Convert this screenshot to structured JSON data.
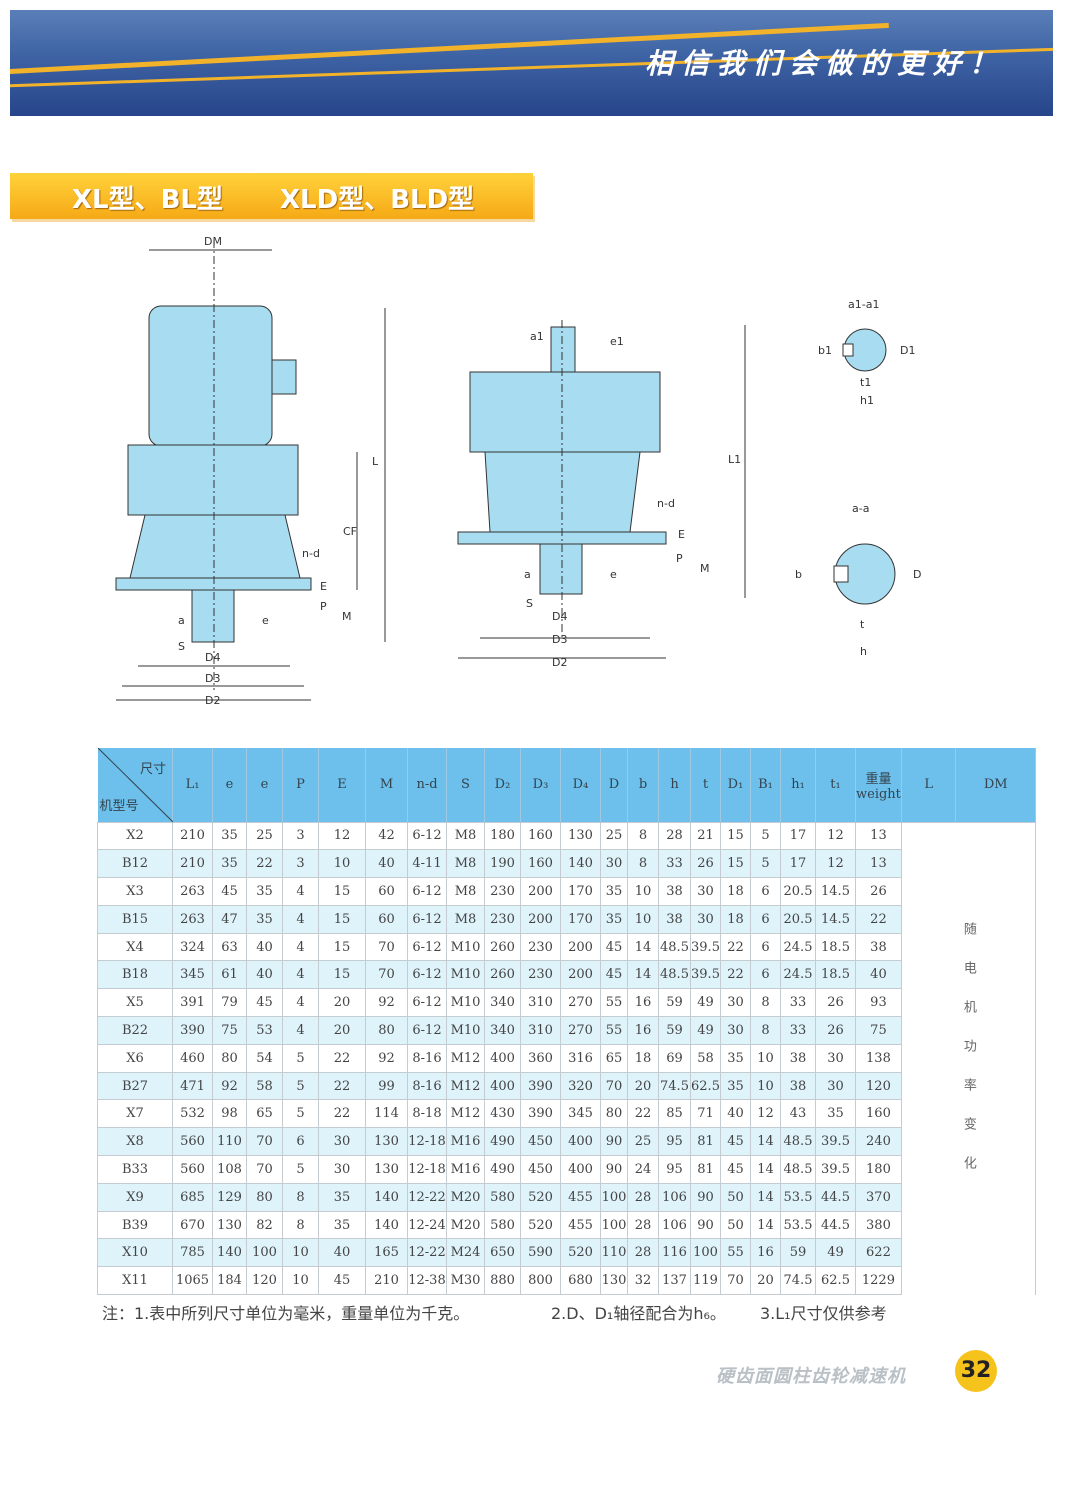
{
  "banner": {
    "slogan": "相信我们会做的更好！"
  },
  "section": {
    "title_left": "XL型、BL型",
    "title_right": "XLD型、BLD型"
  },
  "drawings": {
    "left": {
      "DM": "DM",
      "L": "L",
      "CF": "CF",
      "nd": "n-d",
      "P": "P",
      "E": "E",
      "M": "M",
      "a": "a",
      "e": "e",
      "S": "S",
      "D4": "D4",
      "D3": "D3",
      "D2": "D2"
    },
    "mid": {
      "a1": "a1",
      "e1": "e1",
      "L1": "L1",
      "nd": "n-d",
      "P": "P",
      "E": "E",
      "M": "M",
      "a": "a",
      "e": "e",
      "S": "S",
      "D4": "D4",
      "D3": "D3",
      "D2": "D2"
    },
    "sec1": {
      "title": "a1-a1",
      "b1": "b1",
      "D1": "D1",
      "t1": "t1",
      "h1": "h1"
    },
    "sec2": {
      "title": "a-a",
      "b": "b",
      "D": "D",
      "t": "t",
      "h": "h"
    }
  },
  "table": {
    "corner_top": "尺寸",
    "corner_bottom": "机型号",
    "headers": [
      "L₁",
      "e",
      "e",
      "P",
      "E",
      "M",
      "n-d",
      "S",
      "D₂",
      "D₃",
      "D₄",
      "D",
      "b",
      "h",
      "t",
      "D₁",
      "B₁",
      "h₁",
      "t₁",
      "重量 weight",
      "L",
      "DM"
    ],
    "merged_note": "随电机功率变化",
    "rows": [
      [
        "X2",
        "210",
        "35",
        "25",
        "3",
        "12",
        "42",
        "6-12",
        "M8",
        "180",
        "160",
        "130",
        "25",
        "8",
        "28",
        "21",
        "15",
        "5",
        "17",
        "12",
        "13"
      ],
      [
        "B12",
        "210",
        "35",
        "22",
        "3",
        "10",
        "40",
        "4-11",
        "M8",
        "190",
        "160",
        "140",
        "30",
        "8",
        "33",
        "26",
        "15",
        "5",
        "17",
        "12",
        "13"
      ],
      [
        "X3",
        "263",
        "45",
        "35",
        "4",
        "15",
        "60",
        "6-12",
        "M8",
        "230",
        "200",
        "170",
        "35",
        "10",
        "38",
        "30",
        "18",
        "6",
        "20.5",
        "14.5",
        "26"
      ],
      [
        "B15",
        "263",
        "47",
        "35",
        "4",
        "15",
        "60",
        "6-12",
        "M8",
        "230",
        "200",
        "170",
        "35",
        "10",
        "38",
        "30",
        "18",
        "6",
        "20.5",
        "14.5",
        "22"
      ],
      [
        "X4",
        "324",
        "63",
        "40",
        "4",
        "15",
        "70",
        "6-12",
        "M10",
        "260",
        "230",
        "200",
        "45",
        "14",
        "48.5",
        "39.5",
        "22",
        "6",
        "24.5",
        "18.5",
        "38"
      ],
      [
        "B18",
        "345",
        "61",
        "40",
        "4",
        "15",
        "70",
        "6-12",
        "M10",
        "260",
        "230",
        "200",
        "45",
        "14",
        "48.5",
        "39.5",
        "22",
        "6",
        "24.5",
        "18.5",
        "40"
      ],
      [
        "X5",
        "391",
        "79",
        "45",
        "4",
        "20",
        "92",
        "6-12",
        "M10",
        "340",
        "310",
        "270",
        "55",
        "16",
        "59",
        "49",
        "30",
        "8",
        "33",
        "26",
        "93"
      ],
      [
        "B22",
        "390",
        "75",
        "53",
        "4",
        "20",
        "80",
        "6-12",
        "M10",
        "340",
        "310",
        "270",
        "55",
        "16",
        "59",
        "49",
        "30",
        "8",
        "33",
        "26",
        "75"
      ],
      [
        "X6",
        "460",
        "80",
        "54",
        "5",
        "22",
        "92",
        "8-16",
        "M12",
        "400",
        "360",
        "316",
        "65",
        "18",
        "69",
        "58",
        "35",
        "10",
        "38",
        "30",
        "138"
      ],
      [
        "B27",
        "471",
        "92",
        "58",
        "5",
        "22",
        "99",
        "8-16",
        "M12",
        "400",
        "390",
        "320",
        "70",
        "20",
        "74.5",
        "62.5",
        "35",
        "10",
        "38",
        "30",
        "120"
      ],
      [
        "X7",
        "532",
        "98",
        "65",
        "5",
        "22",
        "114",
        "8-18",
        "M12",
        "430",
        "390",
        "345",
        "80",
        "22",
        "85",
        "71",
        "40",
        "12",
        "43",
        "35",
        "160"
      ],
      [
        "X8",
        "560",
        "110",
        "70",
        "6",
        "30",
        "130",
        "12-18",
        "M16",
        "490",
        "450",
        "400",
        "90",
        "25",
        "95",
        "81",
        "45",
        "14",
        "48.5",
        "39.5",
        "240"
      ],
      [
        "B33",
        "560",
        "108",
        "70",
        "5",
        "30",
        "130",
        "12-18",
        "M16",
        "490",
        "450",
        "400",
        "90",
        "24",
        "95",
        "81",
        "45",
        "14",
        "48.5",
        "39.5",
        "180"
      ],
      [
        "X9",
        "685",
        "129",
        "80",
        "8",
        "35",
        "140",
        "12-22",
        "M20",
        "580",
        "520",
        "455",
        "100",
        "28",
        "106",
        "90",
        "50",
        "14",
        "53.5",
        "44.5",
        "370"
      ],
      [
        "B39",
        "670",
        "130",
        "82",
        "8",
        "35",
        "140",
        "12-24",
        "M20",
        "580",
        "520",
        "455",
        "100",
        "28",
        "106",
        "90",
        "50",
        "14",
        "53.5",
        "44.5",
        "380"
      ],
      [
        "X10",
        "785",
        "140",
        "100",
        "10",
        "40",
        "165",
        "12-22",
        "M24",
        "650",
        "590",
        "520",
        "110",
        "28",
        "116",
        "100",
        "55",
        "16",
        "59",
        "49",
        "622"
      ],
      [
        "X11",
        "1065",
        "184",
        "120",
        "10",
        "45",
        "210",
        "12-38",
        "M30",
        "880",
        "800",
        "680",
        "130",
        "32",
        "137",
        "119",
        "70",
        "20",
        "74.5",
        "62.5",
        "1229"
      ]
    ]
  },
  "notes": {
    "n1": "注：1.表中所列尺寸单位为毫米，重量单位为千克。",
    "n2": "2.D、D₁轴径配合为h₆。",
    "n3": "3.L₁尺寸仅供参考"
  },
  "footer": {
    "title": "硬齿面圆柱齿轮减速机",
    "page": "32"
  },
  "colors": {
    "accent": "#f6a917",
    "banner": "#3d62a3",
    "header": "#6cc0eb",
    "row_alt": "#dff3fb",
    "part": "#a8dcf0"
  }
}
